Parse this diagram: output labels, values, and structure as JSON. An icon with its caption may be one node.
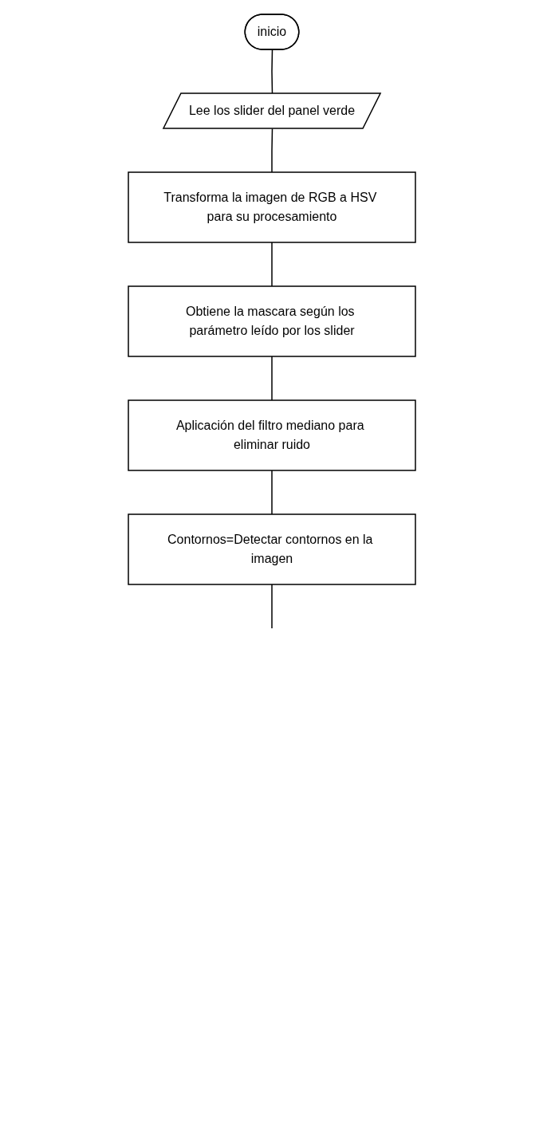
{
  "diagram": {
    "nodes": [
      {
        "text": [
          "inicio"
        ]
      },
      {
        "text": [
          "Lee los slider del panel verde"
        ]
      },
      {
        "text": [
          "Transforma la imagen de RGB a HSV para su procesamiento"
        ]
      },
      {
        "text": [
          "Obtiene la mascara según los parámetro leído por los slider"
        ]
      },
      {
        "text": [
          "Aplicación del filtro mediano para eliminar ruido"
        ]
      },
      {
        "text": [
          "Contornos=Detectar contornos en la imagen"
        ]
      }
    ],
    "edges": [
      {
        "from": 0,
        "to": 1,
        "arrow": "none"
      },
      {
        "from": 1,
        "to": 2,
        "arrow": "none"
      },
      {
        "from": 2,
        "to": 3,
        "arrow": "none"
      },
      {
        "from": 3,
        "to": 4,
        "arrow": "none"
      },
      {
        "from": 4,
        "to": 5,
        "arrow": "none"
      },
      {
        "from": 5,
        "to": null,
        "arrow": "none"
      }
    ]
  }
}
